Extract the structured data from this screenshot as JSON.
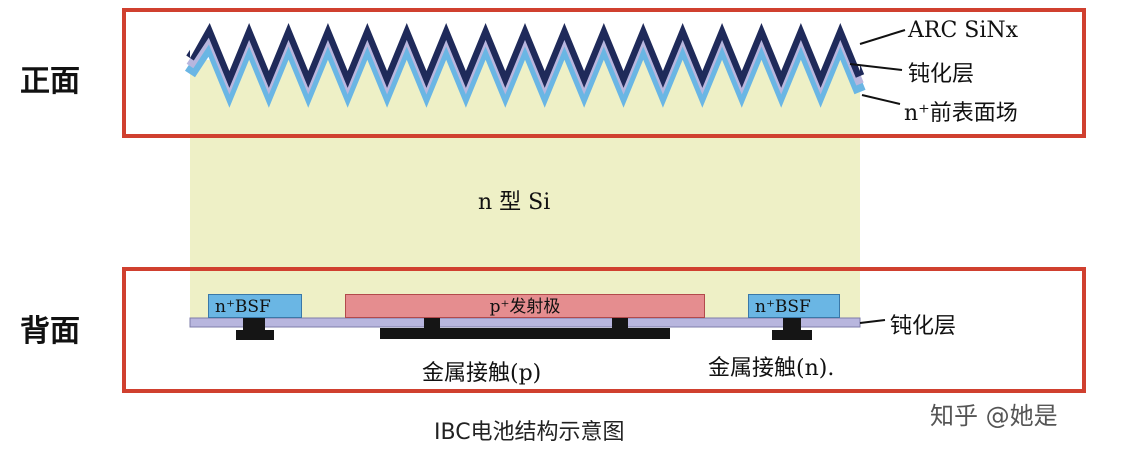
{
  "labels": {
    "front": "正面",
    "back": "背面"
  },
  "front_annotations": {
    "arc": "ARC SiNx",
    "passivation": "钝化层",
    "fsf": "n⁺前表面场"
  },
  "bulk": "n 型 Si",
  "back_layers": {
    "bsf_left": "n⁺BSF",
    "emitter": "p⁺发射极",
    "bsf_right": "n⁺BSF",
    "passivation": "钝化层",
    "contact_p": "金属接触(p)",
    "contact_n": "金属接触(n)."
  },
  "caption": "IBC电池结构示意图",
  "watermark": "知乎 @她是",
  "colors": {
    "frame": "#d0402f",
    "silicon": "#eef0c6",
    "arc": "#1f2a5a",
    "passivation": "#b8b6de",
    "fsf": "#6ab6e4",
    "emitter": "#e58d8f",
    "metal": "#151515"
  }
}
